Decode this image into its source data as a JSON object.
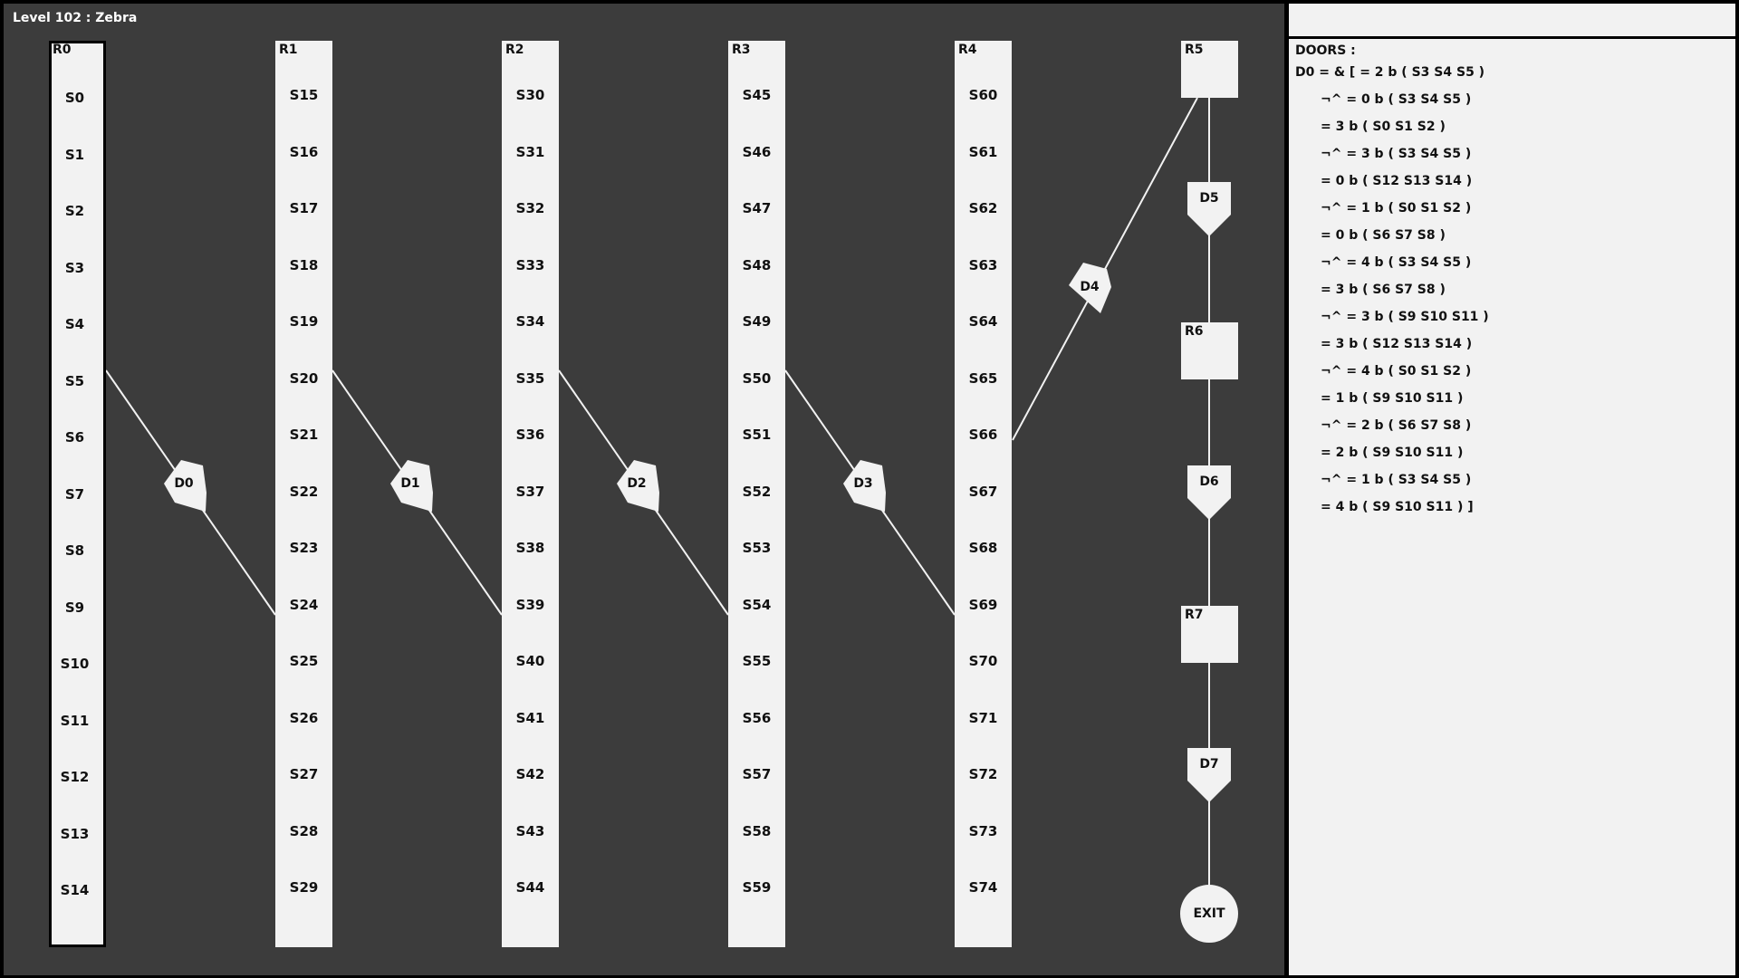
{
  "level_title": "Level 102 : Zebra",
  "rooms": [
    {
      "label": "R0",
      "switches": [
        "S0",
        "S1",
        "S2",
        "S3",
        "S4",
        "S5",
        "S6",
        "S7",
        "S8",
        "S9",
        "S10",
        "S11",
        "S12",
        "S13",
        "S14"
      ]
    },
    {
      "label": "R1",
      "switches": [
        "S15",
        "S16",
        "S17",
        "S18",
        "S19",
        "S20",
        "S21",
        "S22",
        "S23",
        "S24",
        "S25",
        "S26",
        "S27",
        "S28",
        "S29"
      ]
    },
    {
      "label": "R2",
      "switches": [
        "S30",
        "S31",
        "S32",
        "S33",
        "S34",
        "S35",
        "S36",
        "S37",
        "S38",
        "S39",
        "S40",
        "S41",
        "S42",
        "S43",
        "S44"
      ]
    },
    {
      "label": "R3",
      "switches": [
        "S45",
        "S46",
        "S47",
        "S48",
        "S49",
        "S50",
        "S51",
        "S52",
        "S53",
        "S54",
        "S55",
        "S56",
        "S57",
        "S58",
        "S59"
      ]
    },
    {
      "label": "R4",
      "switches": [
        "S60",
        "S61",
        "S62",
        "S63",
        "S64",
        "S65",
        "S66",
        "S67",
        "S68",
        "S69",
        "S70",
        "S71",
        "S72",
        "S73",
        "S74"
      ]
    }
  ],
  "side_rooms": [
    "R5",
    "R6",
    "R7"
  ],
  "doors": [
    "D0",
    "D1",
    "D2",
    "D3",
    "D4",
    "D5",
    "D6",
    "D7"
  ],
  "exit_label": "EXIT",
  "panel": {
    "title": "DOORS :",
    "lines": [
      "D0 = & [ = 2 b ( S3 S4 S5 )",
      "¬^ = 0 b ( S3 S4 S5 )",
      "= 3 b ( S0 S1 S2 )",
      "¬^ = 3 b ( S3 S4 S5 )",
      "= 0 b ( S12 S13 S14 )",
      "¬^ = 1 b ( S0 S1 S2 )",
      "= 0 b ( S6 S7 S8 )",
      "¬^ = 4 b ( S3 S4 S5 )",
      "= 3 b ( S6 S7 S8 )",
      "¬^ = 3 b ( S9 S10 S11 )",
      "= 3 b ( S12 S13 S14 )",
      "¬^ = 4 b ( S0 S1 S2 )",
      "= 1 b ( S9 S10 S11 )",
      "¬^ = 2 b ( S6 S7 S8 )",
      "= 2 b ( S9 S10 S11 )",
      "¬^ = 1 b ( S3 S4 S5 )",
      "= 4 b ( S9 S10 S11 ) ]"
    ]
  },
  "colors": {
    "background": "#3c3c3c",
    "room": "#f2f2f2",
    "wire": "#f2f2f2",
    "text": "#111111"
  }
}
